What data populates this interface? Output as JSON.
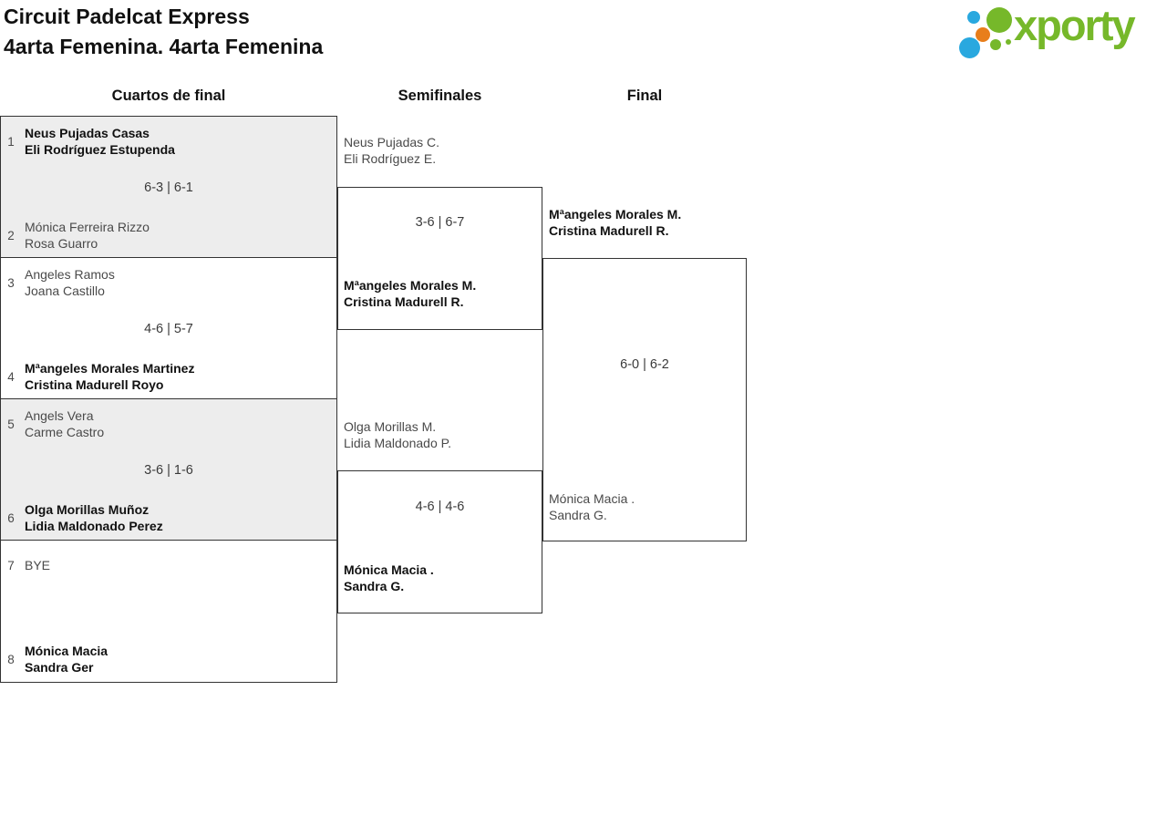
{
  "header": {
    "title_line1": "Circuit Padelcat Express",
    "title_line2": "4arta Femenina. 4arta Femenina"
  },
  "logo": {
    "wordmark": "xporty",
    "colors": {
      "green": "#76B82A",
      "blue": "#29A8DF",
      "orange": "#E87E1B"
    }
  },
  "columns": {
    "quarterfinals": "Cuartos de final",
    "semifinals": "Semifinales",
    "final": "Final"
  },
  "bracket": {
    "quarterfinals": [
      {
        "seed_top": "1",
        "seed_bottom": "2",
        "top": {
          "player1": "Neus Pujadas Casas",
          "player2": "Eli Rodríguez Estupenda",
          "winner": true
        },
        "bottom": {
          "player1": "Mónica Ferreira Rizzo",
          "player2": "Rosa Guarro",
          "winner": false
        },
        "score": "6-3 | 6-1"
      },
      {
        "seed_top": "3",
        "seed_bottom": "4",
        "top": {
          "player1": "Angeles Ramos",
          "player2": "Joana Castillo",
          "winner": false
        },
        "bottom": {
          "player1": "Mªangeles Morales Martinez",
          "player2": "Cristina Madurell Royo",
          "winner": true
        },
        "score": "4-6 | 5-7"
      },
      {
        "seed_top": "5",
        "seed_bottom": "6",
        "top": {
          "player1": "Angels Vera",
          "player2": "Carme Castro",
          "winner": false
        },
        "bottom": {
          "player1": "Olga Morillas Muñoz",
          "player2": "Lidia Maldonado Perez",
          "winner": true
        },
        "score": "3-6 | 1-6"
      },
      {
        "seed_top": "7",
        "seed_bottom": "8",
        "top": {
          "player1": "BYE",
          "winner": false
        },
        "bottom": {
          "player1": "Mónica Macia",
          "player2": "Sandra Ger",
          "winner": true
        },
        "score": ""
      }
    ],
    "semifinals": [
      {
        "top": {
          "player1": "Neus Pujadas C.",
          "player2": "Eli Rodríguez E.",
          "winner": false
        },
        "bottom": {
          "player1": "Mªangeles Morales M.",
          "player2": "Cristina Madurell R.",
          "winner": true
        },
        "score": "3-6 | 6-7"
      },
      {
        "top": {
          "player1": "Olga Morillas M.",
          "player2": "Lidia Maldonado P.",
          "winner": false
        },
        "bottom": {
          "player1": "Mónica Macia .",
          "player2": "Sandra G.",
          "winner": true
        },
        "score": "4-6 | 4-6"
      }
    ],
    "final": {
      "top": {
        "player1": "Mªangeles Morales M.",
        "player2": "Cristina Madurell R.",
        "winner": true
      },
      "bottom": {
        "player1": "Mónica Macia .",
        "player2": "Sandra G.",
        "winner": false
      },
      "score": "6-0 | 6-2"
    }
  }
}
